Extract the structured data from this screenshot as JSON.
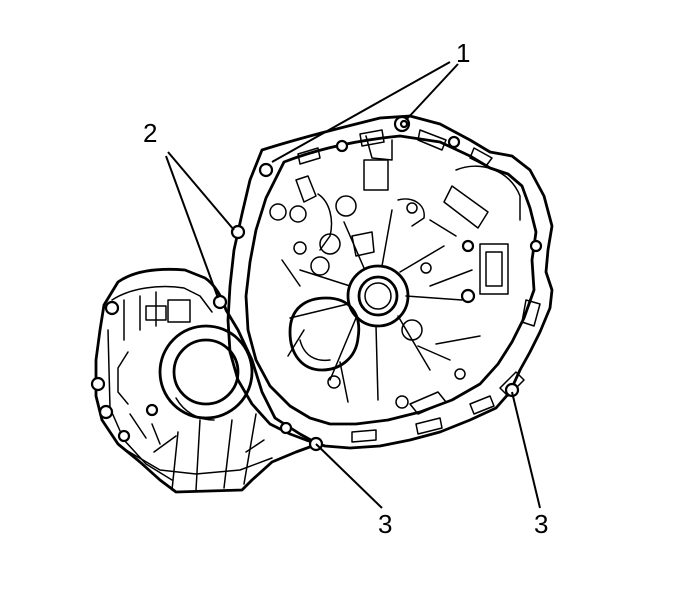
{
  "diagram": {
    "callouts": [
      {
        "id": "c1",
        "label": "1"
      },
      {
        "id": "c2",
        "label": "2"
      },
      {
        "id": "c3a",
        "label": "3"
      },
      {
        "id": "c3b",
        "label": "3"
      }
    ]
  }
}
